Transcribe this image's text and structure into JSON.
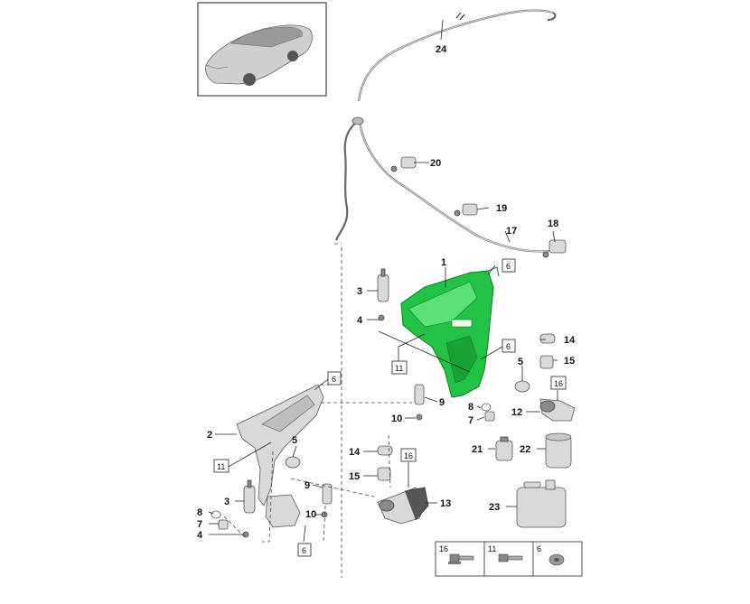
{
  "callouts": {
    "c1": "1",
    "c2": "2",
    "c3a": "3",
    "c3b": "3",
    "c4a": "4",
    "c4b": "4",
    "c5a": "5",
    "c5b": "5",
    "c7a": "7",
    "c7b": "7",
    "c8a": "8",
    "c8b": "8",
    "c9a": "9",
    "c9b": "9",
    "c10a": "10",
    "c10b": "10",
    "c12": "12",
    "c13": "13",
    "c14a": "14",
    "c14b": "14",
    "c15a": "15",
    "c15b": "15",
    "c17": "17",
    "c18": "18",
    "c19": "19",
    "c20": "20",
    "c21": "21",
    "c22": "22",
    "c23": "23",
    "c24": "24"
  },
  "boxed_refs": {
    "b6a": "6",
    "b6b": "6",
    "b6c": "6",
    "b6d": "6",
    "b11a": "11",
    "b11b": "11",
    "b16a": "16",
    "b16b": "16"
  },
  "legend": {
    "l16": "16",
    "l11": "11",
    "l6": "6"
  },
  "colors": {
    "highlight": "#22c244",
    "highlight_dark": "#0e7a25",
    "outline": "#222222"
  }
}
